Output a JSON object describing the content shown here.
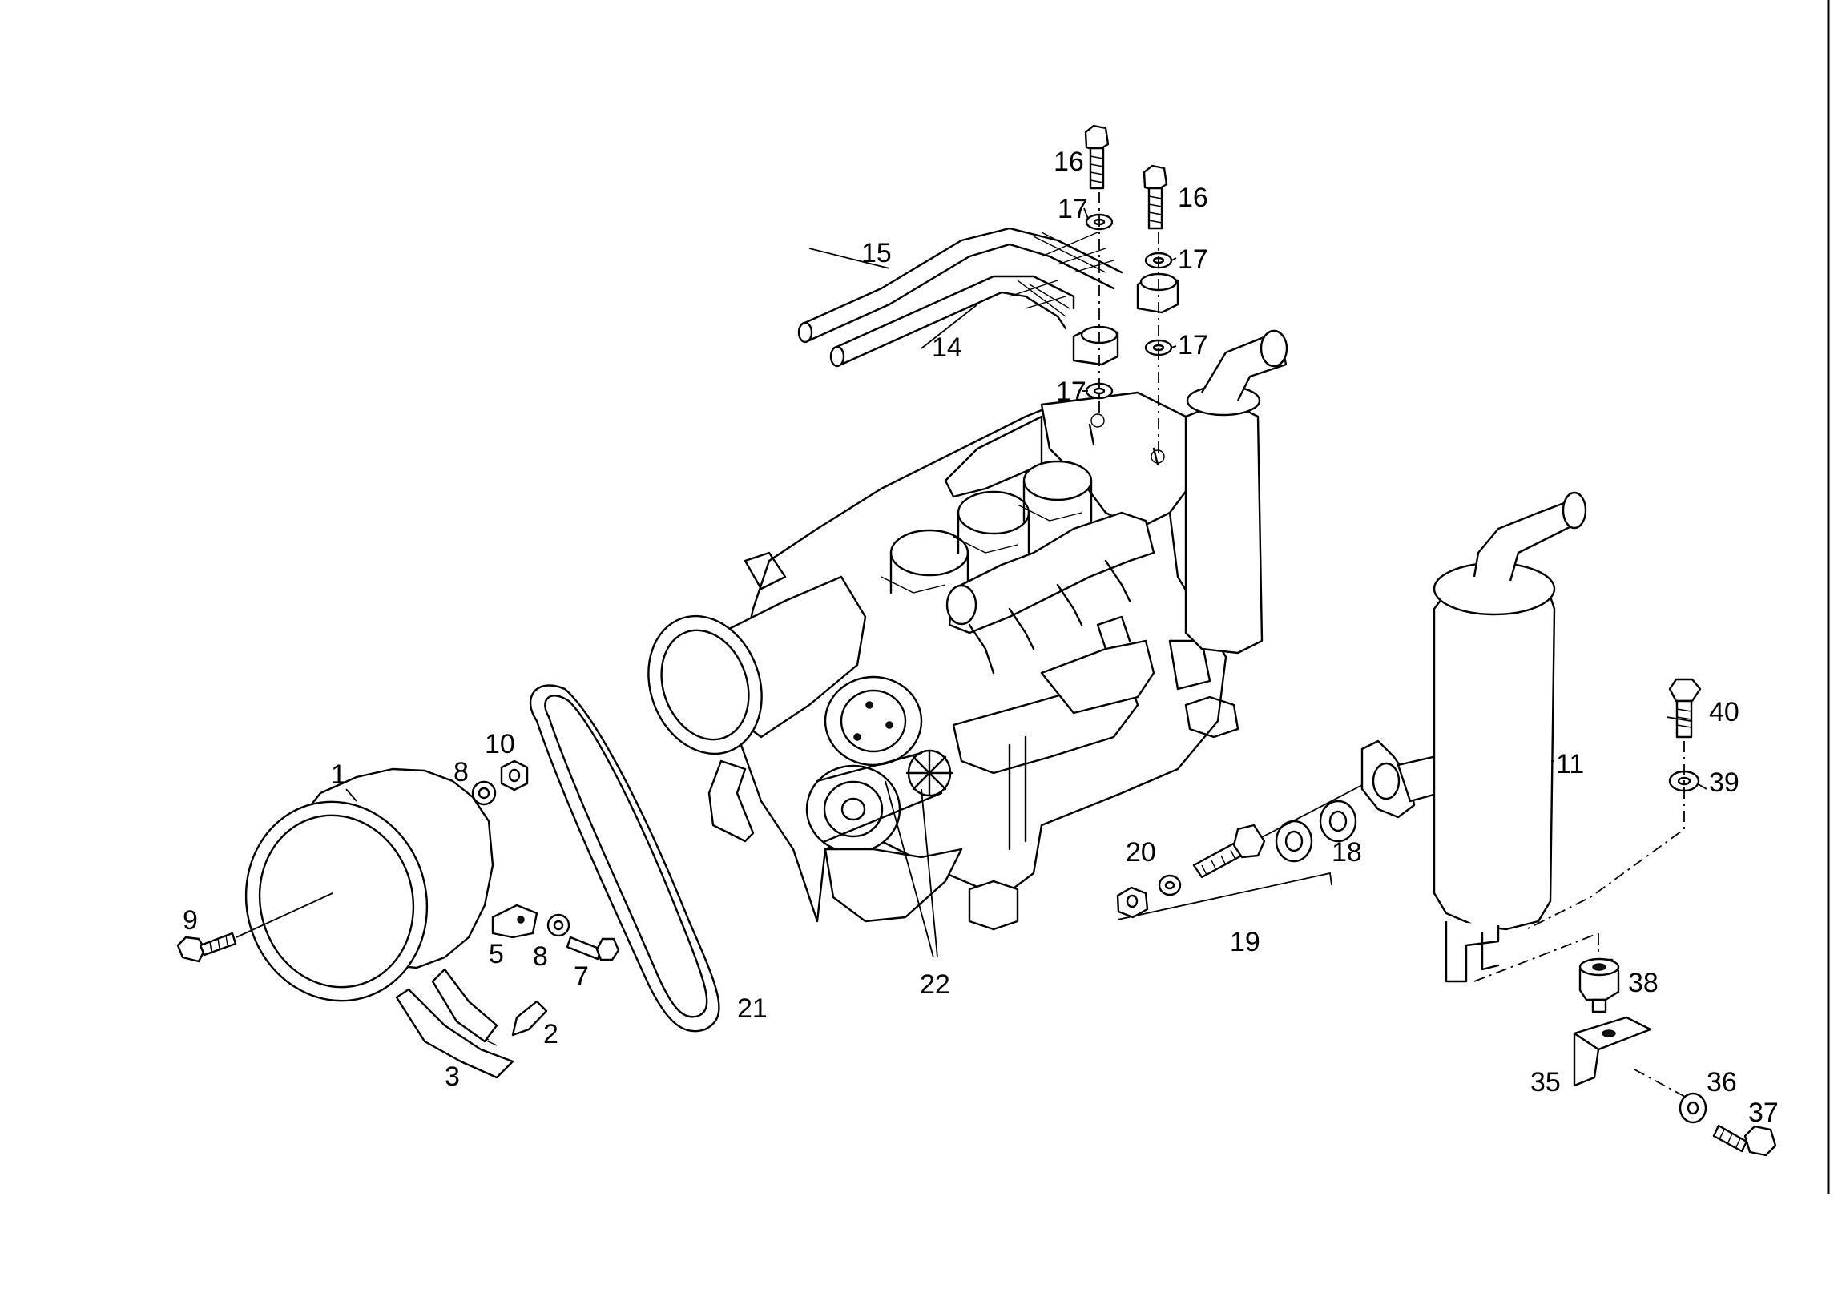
{
  "callouts": [
    {
      "key": "c1",
      "label": "1"
    },
    {
      "key": "c2",
      "label": "2"
    },
    {
      "key": "c3",
      "label": "3"
    },
    {
      "key": "c5",
      "label": "5"
    },
    {
      "key": "c7",
      "label": "7"
    },
    {
      "key": "c8a",
      "label": "8"
    },
    {
      "key": "c8b",
      "label": "8"
    },
    {
      "key": "c9",
      "label": "9"
    },
    {
      "key": "c10",
      "label": "10"
    },
    {
      "key": "c11",
      "label": "11"
    },
    {
      "key": "c14",
      "label": "14"
    },
    {
      "key": "c15",
      "label": "15"
    },
    {
      "key": "c16a",
      "label": "16"
    },
    {
      "key": "c16b",
      "label": "16"
    },
    {
      "key": "c17a",
      "label": "17"
    },
    {
      "key": "c17b",
      "label": "17"
    },
    {
      "key": "c17c",
      "label": "17"
    },
    {
      "key": "c17d",
      "label": "17"
    },
    {
      "key": "c18",
      "label": "18"
    },
    {
      "key": "c19",
      "label": "19"
    },
    {
      "key": "c20",
      "label": "20"
    },
    {
      "key": "c21",
      "label": "21"
    },
    {
      "key": "c22",
      "label": "22"
    },
    {
      "key": "c35",
      "label": "35"
    },
    {
      "key": "c36",
      "label": "36"
    },
    {
      "key": "c37",
      "label": "37"
    },
    {
      "key": "c38",
      "label": "38"
    },
    {
      "key": "c39",
      "label": "39"
    },
    {
      "key": "c40",
      "label": "40"
    }
  ]
}
